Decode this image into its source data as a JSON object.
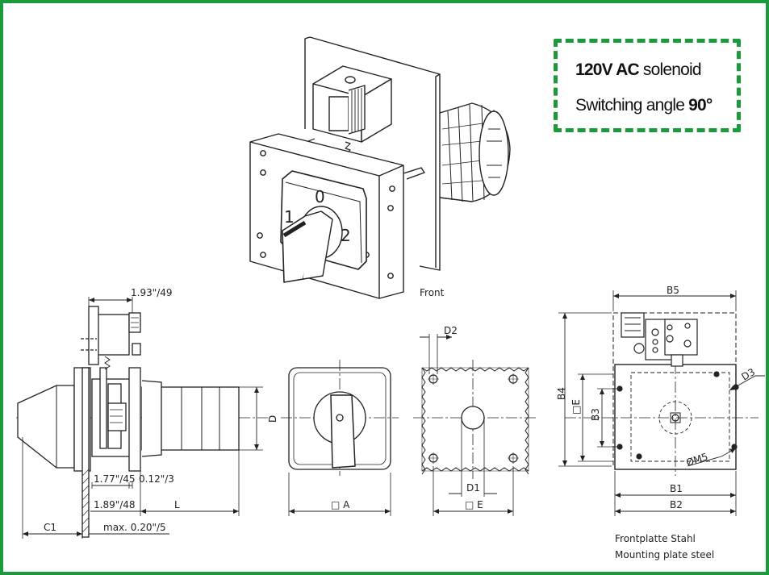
{
  "callout": {
    "line1_voltage": "120V AC",
    "line1_rest": "solenoid",
    "line2_text": "Switching angle",
    "line2_value": "90°"
  },
  "iso_view": {
    "dial_0": "0",
    "dial_1": "1",
    "dial_2": "2",
    "caption": "Front"
  },
  "side_view": {
    "dim_top": "1.93\"/49",
    "dim_D": "D",
    "dim_177": "1.77\"/45",
    "dim_012": "0.12\"/3",
    "dim_189": "1.89\"/48",
    "dim_L": "L",
    "dim_C1": "C1",
    "dim_max": "max. 0.20\"/5"
  },
  "front_view": {
    "dim_A": "□ A"
  },
  "cutout_view": {
    "dim_D2": "D2",
    "dim_D1": "D1",
    "dim_E": "□ E"
  },
  "rear_view": {
    "dim_B5": "B5",
    "dim_B4": "B4",
    "dim_E": "□E",
    "dim_B3": "B3",
    "dim_D3": "D3",
    "dim_M5": "ØM5",
    "dim_B1": "B1",
    "dim_B2": "B2"
  },
  "notes": {
    "line1": "Frontplatte Stahl",
    "line2": "Mounting plate steel"
  },
  "colors": {
    "frame": "#1a9a3a",
    "line": "#222222"
  }
}
